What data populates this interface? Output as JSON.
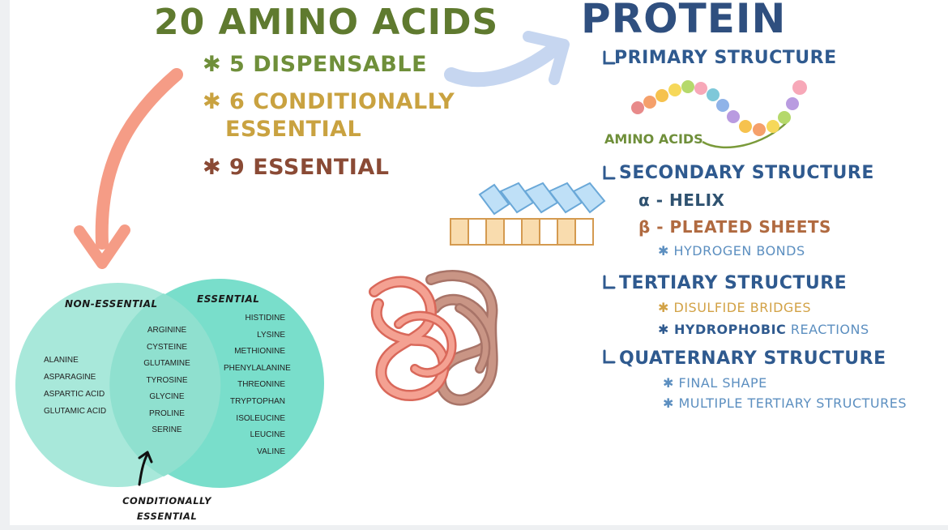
{
  "left_title": "20 AMINO ACIDS",
  "right_title": "PROTEIN",
  "amino_categories": [
    "✱ 5 DISPENSABLE",
    "✱ 6 CONDITIONALLY",
    "ESSENTIAL",
    "✱ 9 ESSENTIAL"
  ],
  "structures": {
    "primary": {
      "heading": "PRIMARY STRUCTURE",
      "chain_label": "AMINO ACIDS"
    },
    "secondary": {
      "heading": "SECONDARY STRUCTURE",
      "alpha": "α - HELIX",
      "beta": "β - PLEATED SHEETS",
      "note": "✱ HYDROGEN BONDS"
    },
    "tertiary": {
      "heading": "TERTIARY STRUCTURE",
      "note1": "✱ DISULFIDE BRIDGES",
      "note2_bold": "✱ HYDROPHOBIC",
      "note2_rest": "REACTIONS"
    },
    "quaternary": {
      "heading": "QUATERNARY STRUCTURE",
      "note1": "✱ FINAL SHAPE",
      "note2": "✱ MULTIPLE TERTIARY STRUCTURES"
    }
  },
  "venn": {
    "left_label": "NON-ESSENTIAL",
    "right_label": "ESSENTIAL",
    "non_essential": [
      "ALANINE",
      "ASPARAGINE",
      "ASPARTIC ACID",
      "GLUTAMIC ACID"
    ],
    "conditional": [
      "ARGININE",
      "CYSTEINE",
      "GLUTAMINE",
      "TYROSINE",
      "GLYCINE",
      "PROLINE",
      "SERINE"
    ],
    "essential": [
      "HISTIDINE",
      "LYSINE",
      "METHIONINE",
      "PHENYLALANINE",
      "THREONINE",
      "TRYPTOPHAN",
      "ISOLEUCINE",
      "LEUCINE",
      "VALINE"
    ],
    "overlap_label_1": "CONDITIONALLY",
    "overlap_label_2": "ESSENTIAL"
  },
  "colors": {
    "left_circle": "#a8e8da",
    "right_circle": "#72dcc8",
    "arrow_salmon": "#f59c86",
    "arrow_blue": "#c6d6f0"
  }
}
